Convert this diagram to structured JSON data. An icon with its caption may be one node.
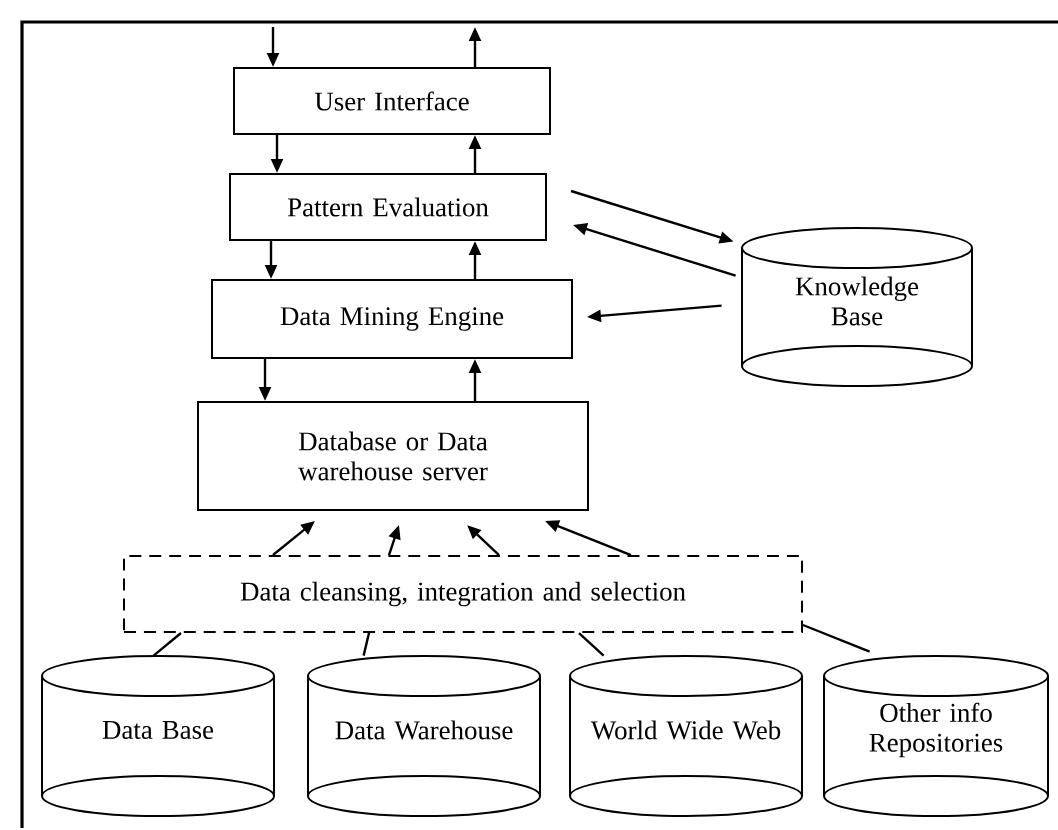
{
  "diagram": {
    "nodes": [
      {
        "text": [
          "User Interface"
        ]
      },
      {
        "text": [
          "Pattern Evaluation"
        ]
      },
      {
        "text": [
          "Data Mining Engine"
        ]
      },
      {
        "text": [
          "Database or Data warehouse server"
        ]
      },
      {
        "text": [
          "Data cleansing, integration and selection"
        ]
      },
      {
        "text": [
          "Knowledge Base"
        ]
      },
      {
        "text": [
          "Data Base"
        ]
      },
      {
        "text": [
          "Data Warehouse"
        ]
      },
      {
        "text": [
          "World Wide Web"
        ]
      },
      {
        "text": [
          "Other info Repositories"
        ]
      }
    ],
    "edges": [
      {
        "from": null,
        "to": 0,
        "arrow": "to"
      },
      {
        "from": 0,
        "to": null,
        "arrow": "to"
      },
      {
        "from": 0,
        "to": 1,
        "arrow": "to"
      },
      {
        "from": 1,
        "to": 0,
        "arrow": "to"
      },
      {
        "from": 1,
        "to": 2,
        "arrow": "to"
      },
      {
        "from": 2,
        "to": 1,
        "arrow": "to"
      },
      {
        "from": 2,
        "to": 3,
        "arrow": "to"
      },
      {
        "from": 3,
        "to": 2,
        "arrow": "to"
      },
      {
        "from": 1,
        "to": 5,
        "arrow": "to"
      },
      {
        "from": 5,
        "to": 1,
        "arrow": "to"
      },
      {
        "from": 5,
        "to": 2,
        "arrow": "to"
      },
      {
        "from": 4,
        "to": 3,
        "arrow": "to"
      },
      {
        "from": 4,
        "to": 3,
        "arrow": "to"
      },
      {
        "from": 4,
        "to": 3,
        "arrow": "to"
      },
      {
        "from": 4,
        "to": 3,
        "arrow": "to"
      },
      {
        "from": 6,
        "to": 4,
        "arrow": "none"
      },
      {
        "from": 7,
        "to": 4,
        "arrow": "none"
      },
      {
        "from": 8,
        "to": 4,
        "arrow": "none"
      },
      {
        "from": 9,
        "to": 4,
        "arrow": "none"
      }
    ]
  }
}
